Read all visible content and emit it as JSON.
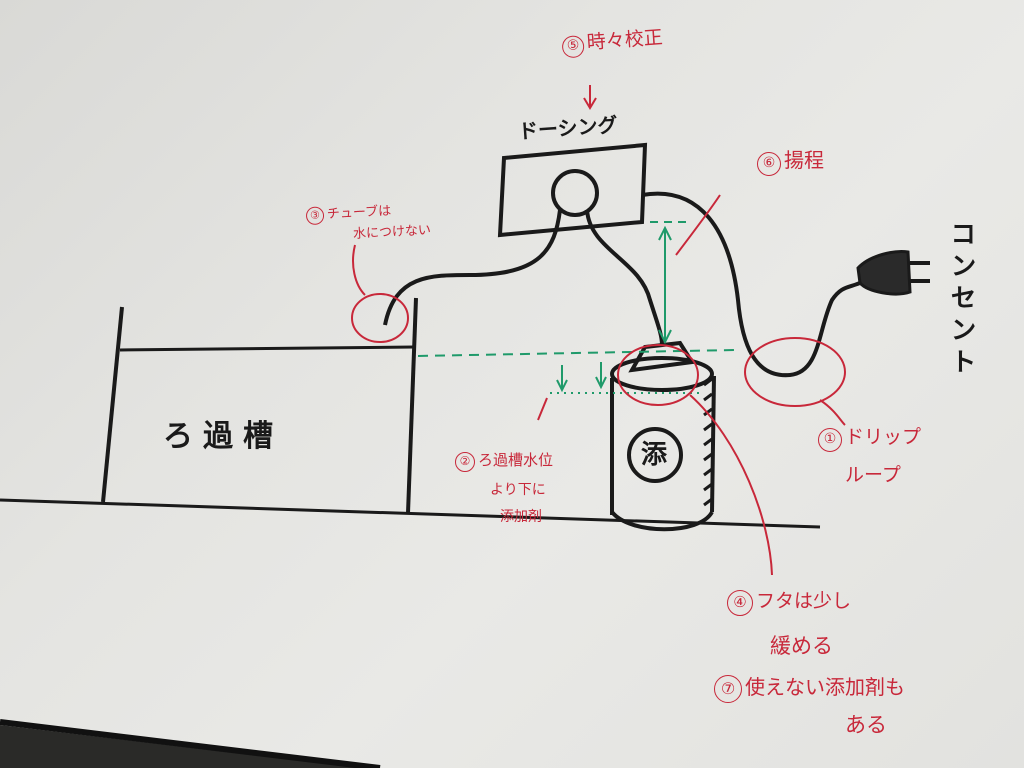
{
  "diagram": {
    "title": "ドーシング",
    "components": {
      "dosing_pump": "ドーシング",
      "filter_tank": "ろ過槽",
      "additive_bottle_symbol": "添",
      "outlet": "コンセント"
    },
    "annotations": [
      {
        "num": "①",
        "lines": [
          "ドリップ",
          "ループ"
        ]
      },
      {
        "num": "②",
        "lines": [
          "ろ過槽水位",
          "より下に",
          "添加剤"
        ]
      },
      {
        "num": "③",
        "lines": [
          "チューブは",
          "水につけない"
        ]
      },
      {
        "num": "④",
        "lines": [
          "フタは少し",
          "緩める"
        ]
      },
      {
        "num": "⑤",
        "lines": [
          "時々校正"
        ]
      },
      {
        "num": "⑥",
        "lines": [
          "揚程"
        ]
      },
      {
        "num": "⑦",
        "lines": [
          "使えない添加剤も",
          "ある"
        ]
      }
    ],
    "colors": {
      "ink_black": "#1a1a1a",
      "ink_red": "#c8283a",
      "ink_green": "#1f9a6a",
      "board": "#e6e6e3"
    }
  }
}
